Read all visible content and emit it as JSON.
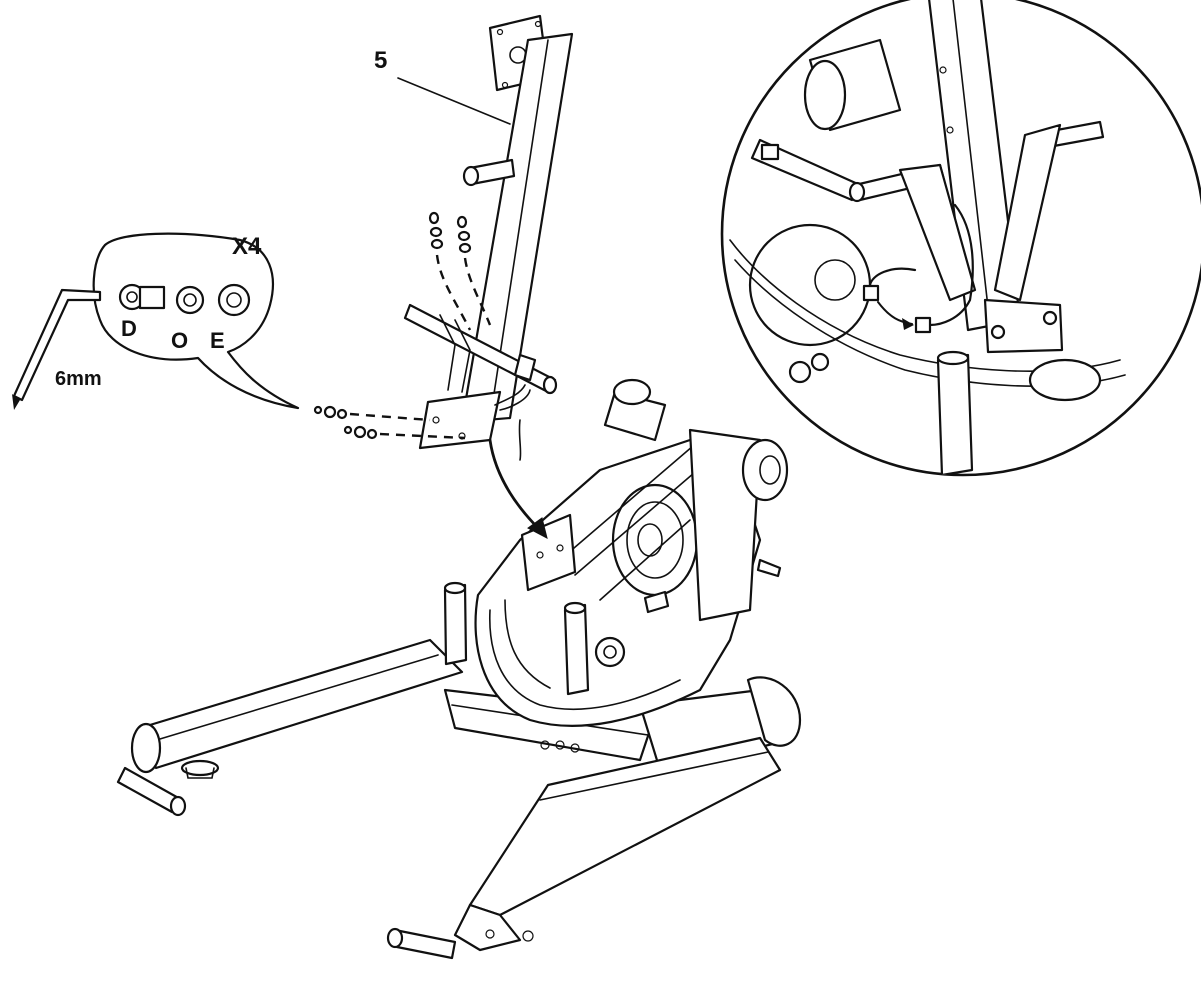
{
  "labels": {
    "part_number": "5",
    "quantity": "X4",
    "bolt": "D",
    "spring_washer": "O",
    "flat_washer": "E",
    "tool_size": "6mm"
  }
}
